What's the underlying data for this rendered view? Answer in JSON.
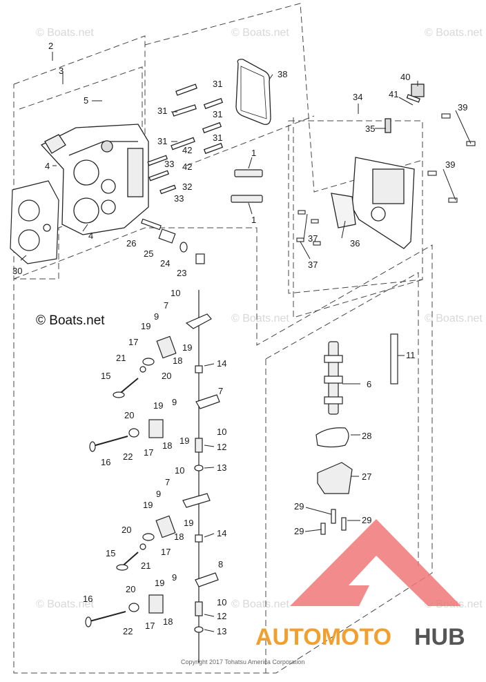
{
  "watermark": "© Boats.net",
  "brand_text": "© Boats.net",
  "copyright": "Copyright 2017 Tohatsu America Corporation",
  "logo": {
    "part1": "AUTOMOTO",
    "part2": "HUB",
    "color1": "#f0a030",
    "color2": "#555555",
    "triangle_color": "#f07878"
  },
  "callouts": {
    "n2": "2",
    "n3": "3",
    "n5": "5",
    "n4a": "4",
    "n4b": "4",
    "n30": "30",
    "n31a": "31",
    "n31b": "31",
    "n31c": "31",
    "n31d": "31",
    "n31e": "31",
    "n42a": "42",
    "n42b": "42",
    "n33a": "33",
    "n33b": "33",
    "n32": "32",
    "n38": "38",
    "n1a": "1",
    "n1b": "1",
    "n26": "26",
    "n25": "25",
    "n24": "24",
    "n23": "23",
    "n34": "34",
    "n35": "35",
    "n36": "36",
    "n37a": "37",
    "n37b": "37",
    "n39a": "39",
    "n39b": "39",
    "n40": "40",
    "n41": "41",
    "n10a": "10",
    "n7a": "7",
    "n9a": "9",
    "n19a": "19",
    "n19b": "19",
    "n17a": "17",
    "n18a": "18",
    "n21a": "21",
    "n20a": "20",
    "n15a": "15",
    "n14a": "14",
    "n7b": "7",
    "n9b": "9",
    "n19c": "19",
    "n19d": "19",
    "n20b": "20",
    "n10b": "10",
    "n16a": "16",
    "n22a": "22",
    "n17b": "17",
    "n18b": "18",
    "n12a": "12",
    "n13a": "13",
    "n10c": "10",
    "n7c": "7",
    "n9c": "9",
    "n19e": "19",
    "n19f": "19",
    "n20c": "20",
    "n18c": "18",
    "n17c": "17",
    "n14b": "14",
    "n15b": "15",
    "n21b": "21",
    "n8": "8",
    "n19g": "19",
    "n9d": "9",
    "n20d": "20",
    "n10d": "10",
    "n16b": "16",
    "n22b": "22",
    "n17d": "17",
    "n18d": "18",
    "n12b": "12",
    "n13b": "13",
    "n11": "11",
    "n6": "6",
    "n28": "28",
    "n27": "27",
    "n29a": "29",
    "n29b": "29",
    "n29c": "29"
  }
}
